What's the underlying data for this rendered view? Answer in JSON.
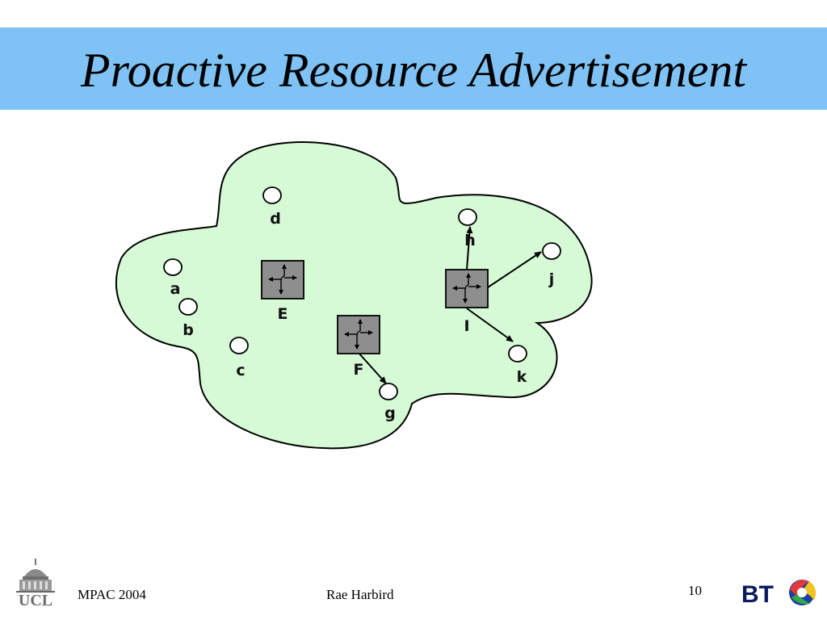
{
  "slide": {
    "title": "Proactive Resource Advertisement"
  },
  "diagram": {
    "region_fill": "#d5fad5",
    "nodes": [
      {
        "id": "a",
        "label": "a"
      },
      {
        "id": "b",
        "label": "b"
      },
      {
        "id": "c",
        "label": "c"
      },
      {
        "id": "d",
        "label": "d"
      },
      {
        "id": "g",
        "label": "g"
      },
      {
        "id": "h",
        "label": "h"
      },
      {
        "id": "j",
        "label": "j"
      },
      {
        "id": "k",
        "label": "k"
      }
    ],
    "routers": [
      {
        "id": "E",
        "label": "E"
      },
      {
        "id": "F",
        "label": "F"
      },
      {
        "id": "I",
        "label": "I"
      }
    ],
    "edges": [
      {
        "from": "F",
        "to": "g"
      },
      {
        "from": "I",
        "to": "h"
      },
      {
        "from": "I",
        "to": "j"
      },
      {
        "from": "I",
        "to": "k"
      }
    ]
  },
  "footer": {
    "left_logo_text": "UCL",
    "event": "MPAC 2004",
    "author": "Rae Harbird",
    "page_number": "10",
    "right_logo_text": "BT"
  }
}
